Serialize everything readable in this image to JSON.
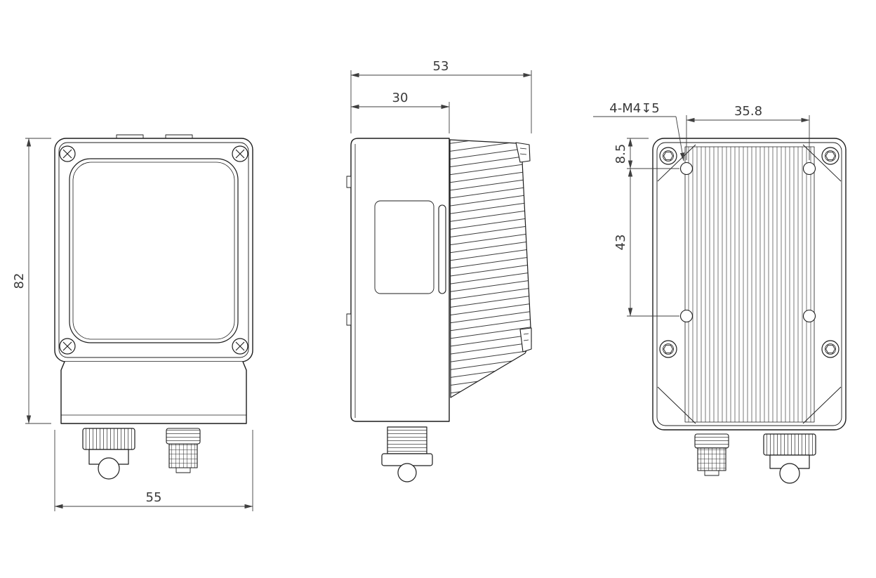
{
  "colors": {
    "line": "#1c1c1c",
    "dimension_text": "#3a3a3a",
    "background": "#ffffff"
  },
  "dimensions": {
    "front_height": "82",
    "front_width": "55",
    "side_total_depth": "53",
    "side_body_depth": "30",
    "back_tapped_note": "4-M4↧5",
    "back_hole_span_horizontal": "35.8",
    "back_hole_top_offset": "8.5",
    "back_hole_span_vertical": "43"
  }
}
